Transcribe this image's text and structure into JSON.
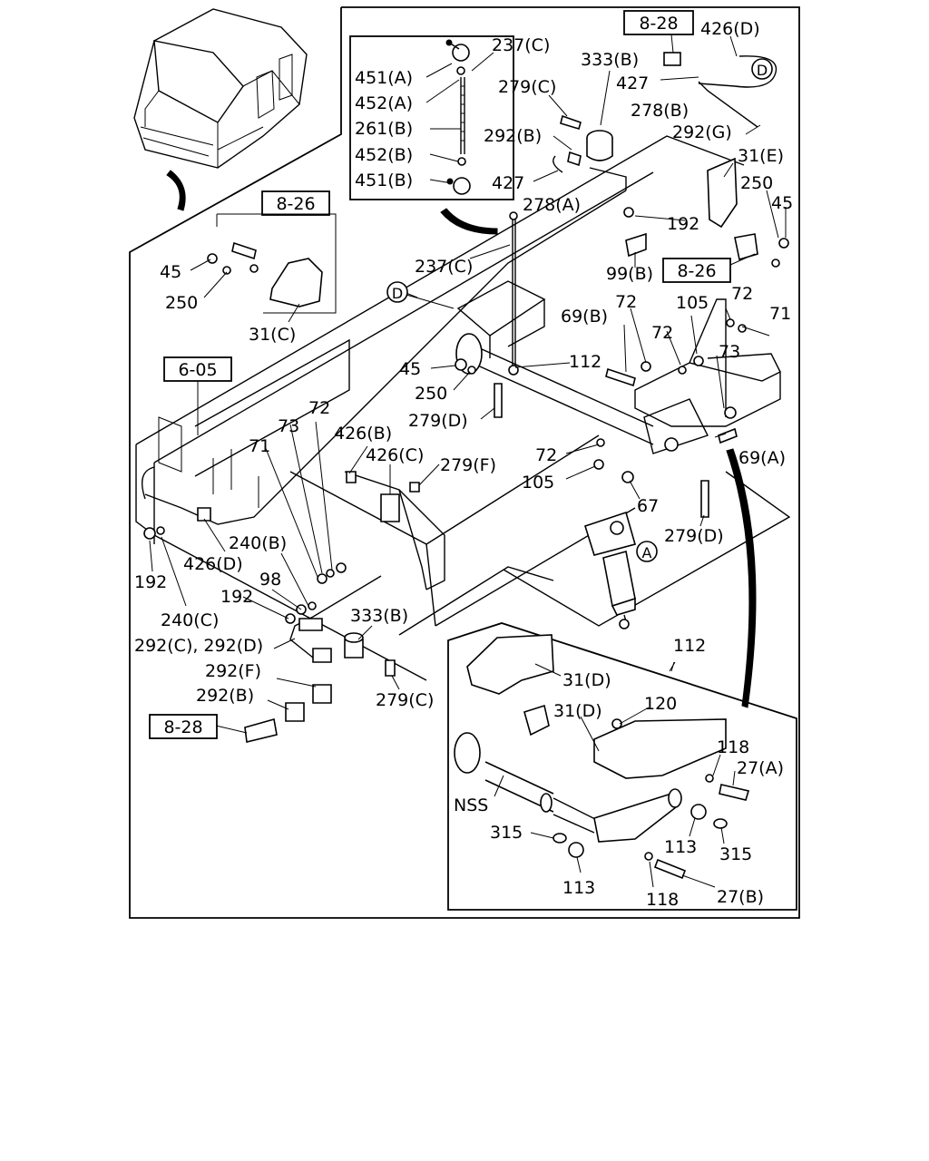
{
  "refs": {
    "r_8_28_top": "8-28",
    "r_8_26_left": "8-26",
    "r_8_26_right": "8-26",
    "r_6_05": "6-05",
    "r_8_28_bottom": "8-28"
  },
  "callouts": {
    "D_main": "D",
    "D_top": "D",
    "A": "A"
  },
  "labels": [
    {
      "id": "l01",
      "text": "237(C)"
    },
    {
      "id": "l02",
      "text": "451(A)"
    },
    {
      "id": "l03",
      "text": "452(A)"
    },
    {
      "id": "l04",
      "text": "261(B)"
    },
    {
      "id": "l05",
      "text": "452(B)"
    },
    {
      "id": "l06",
      "text": "451(B)"
    },
    {
      "id": "l07",
      "text": "426(D)"
    },
    {
      "id": "l08",
      "text": "333(B)"
    },
    {
      "id": "l09",
      "text": "427"
    },
    {
      "id": "l10",
      "text": "279(C)"
    },
    {
      "id": "l11",
      "text": "278(B)"
    },
    {
      "id": "l12",
      "text": "292(B)"
    },
    {
      "id": "l13",
      "text": "292(G)"
    },
    {
      "id": "l14",
      "text": "31(E)"
    },
    {
      "id": "l15",
      "text": "427"
    },
    {
      "id": "l16",
      "text": "278(A)"
    },
    {
      "id": "l17",
      "text": "250"
    },
    {
      "id": "l18",
      "text": "45"
    },
    {
      "id": "l19",
      "text": "192"
    },
    {
      "id": "l20",
      "text": "99(B)"
    },
    {
      "id": "l21",
      "text": "45"
    },
    {
      "id": "l22",
      "text": "250"
    },
    {
      "id": "l23",
      "text": "31(C)"
    },
    {
      "id": "l24",
      "text": "237(C)"
    },
    {
      "id": "l25",
      "text": "69(B)"
    },
    {
      "id": "l26",
      "text": "72"
    },
    {
      "id": "l27",
      "text": "105"
    },
    {
      "id": "l28",
      "text": "72"
    },
    {
      "id": "l29",
      "text": "71"
    },
    {
      "id": "l30",
      "text": "72"
    },
    {
      "id": "l31",
      "text": "73"
    },
    {
      "id": "l32",
      "text": "112"
    },
    {
      "id": "l33",
      "text": "45"
    },
    {
      "id": "l34",
      "text": "250"
    },
    {
      "id": "l35",
      "text": "279(D)"
    },
    {
      "id": "l36",
      "text": "72"
    },
    {
      "id": "l37",
      "text": "73"
    },
    {
      "id": "l38",
      "text": "71"
    },
    {
      "id": "l39",
      "text": "426(B)"
    },
    {
      "id": "l40",
      "text": "426(C)"
    },
    {
      "id": "l41",
      "text": "279(F)"
    },
    {
      "id": "l42",
      "text": "72"
    },
    {
      "id": "l43",
      "text": "69(A)"
    },
    {
      "id": "l44",
      "text": "105"
    },
    {
      "id": "l45",
      "text": "67"
    },
    {
      "id": "l46",
      "text": "279(D)"
    },
    {
      "id": "l47",
      "text": "240(B)"
    },
    {
      "id": "l48",
      "text": "426(D)"
    },
    {
      "id": "l49",
      "text": "192"
    },
    {
      "id": "l50",
      "text": "98"
    },
    {
      "id": "l51",
      "text": "192"
    },
    {
      "id": "l52",
      "text": "240(C)"
    },
    {
      "id": "l53",
      "text": "333(B)"
    },
    {
      "id": "l54",
      "text": "292(C), 292(D)"
    },
    {
      "id": "l55",
      "text": "292(F)"
    },
    {
      "id": "l56",
      "text": "292(B)"
    },
    {
      "id": "l57",
      "text": "279(C)"
    },
    {
      "id": "l58",
      "text": "112"
    },
    {
      "id": "l59",
      "text": "31(D)"
    },
    {
      "id": "l60",
      "text": "31(D)"
    },
    {
      "id": "l61",
      "text": "120"
    },
    {
      "id": "l62",
      "text": "118"
    },
    {
      "id": "l63",
      "text": "27(A)"
    },
    {
      "id": "l64",
      "text": "NSS"
    },
    {
      "id": "l65",
      "text": "315"
    },
    {
      "id": "l66",
      "text": "113"
    },
    {
      "id": "l67",
      "text": "315"
    },
    {
      "id": "l68",
      "text": "113"
    },
    {
      "id": "l69",
      "text": "118"
    },
    {
      "id": "l70",
      "text": "27(B)"
    }
  ]
}
